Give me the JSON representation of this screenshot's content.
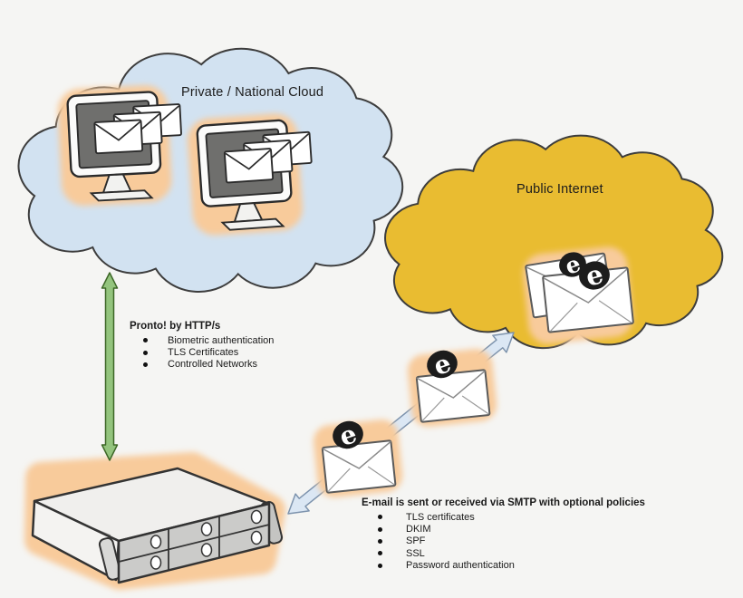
{
  "canvas": {
    "background": "#f5f5f3"
  },
  "clouds": {
    "private": {
      "label": "Private / National Cloud",
      "fill": "#d2e2f1"
    },
    "public": {
      "label": "Public Internet",
      "fill": "#e9bc31"
    }
  },
  "lists": {
    "pronto": {
      "title": "Pronto! by HTTP/s",
      "items": [
        "Biometric authentication",
        "TLS Certificates",
        "Controlled Networks"
      ]
    },
    "smtp": {
      "title": "E-mail is sent or received via SMTP with optional policies",
      "items": [
        "TLS certificates",
        "DKIM",
        "SPF",
        "SSL",
        "Password authentication"
      ]
    }
  },
  "badge": {
    "glyph": "e",
    "bg": "#1c1c1c",
    "fg": "#ffffff"
  },
  "colors": {
    "glow": "#f8cb9b",
    "green_arrow": "#93c47d",
    "green_arrow_stroke": "#3c6626",
    "blue_arrow": "#dbe7f4",
    "blue_arrow_stroke": "#7d93ad",
    "outline": "#3d3d3d",
    "monitor_screen": "#6f6f6d",
    "server_face": "#cbcbc9"
  }
}
